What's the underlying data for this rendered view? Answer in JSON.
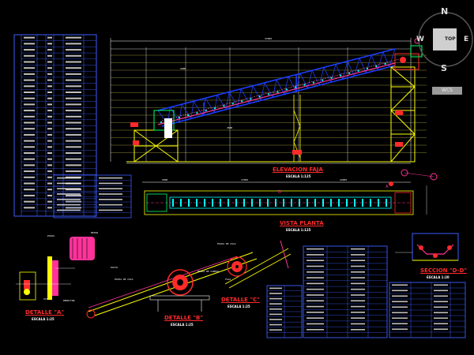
{
  "drawing": {
    "elevation_title": "ELEVACION FAJA",
    "elevation_scale": "ESCALA 1:125",
    "plan_title": "VISTA PLANTA",
    "plan_scale": "ESCALA 1:125",
    "detail_a_title": "DETALLE \"A\"",
    "detail_a_scale": "ESCALA 1:25",
    "detail_b_title": "DETALLE \"B\"",
    "detail_b_scale": "ESCALA 1:25",
    "detail_c_title": "DETALLE \"C\"",
    "detail_c_scale": "ESCALA 1:25",
    "section_title": "SECCION \"D-D\"",
    "section_scale": "ESCALA 1:20"
  },
  "compass": {
    "north": "N",
    "south": "S",
    "top_label": "TOP",
    "west": "W",
    "east": "E",
    "wcs_label": "WCS"
  },
  "colors": {
    "background": "#000000",
    "truss": "#1a3dff",
    "belt": "#ff3399",
    "structure": "#ffff00",
    "dimension": "#ffffff",
    "title": "#ff2a2a",
    "table_frame": "#3d5cff",
    "idler": "#00ffff"
  }
}
